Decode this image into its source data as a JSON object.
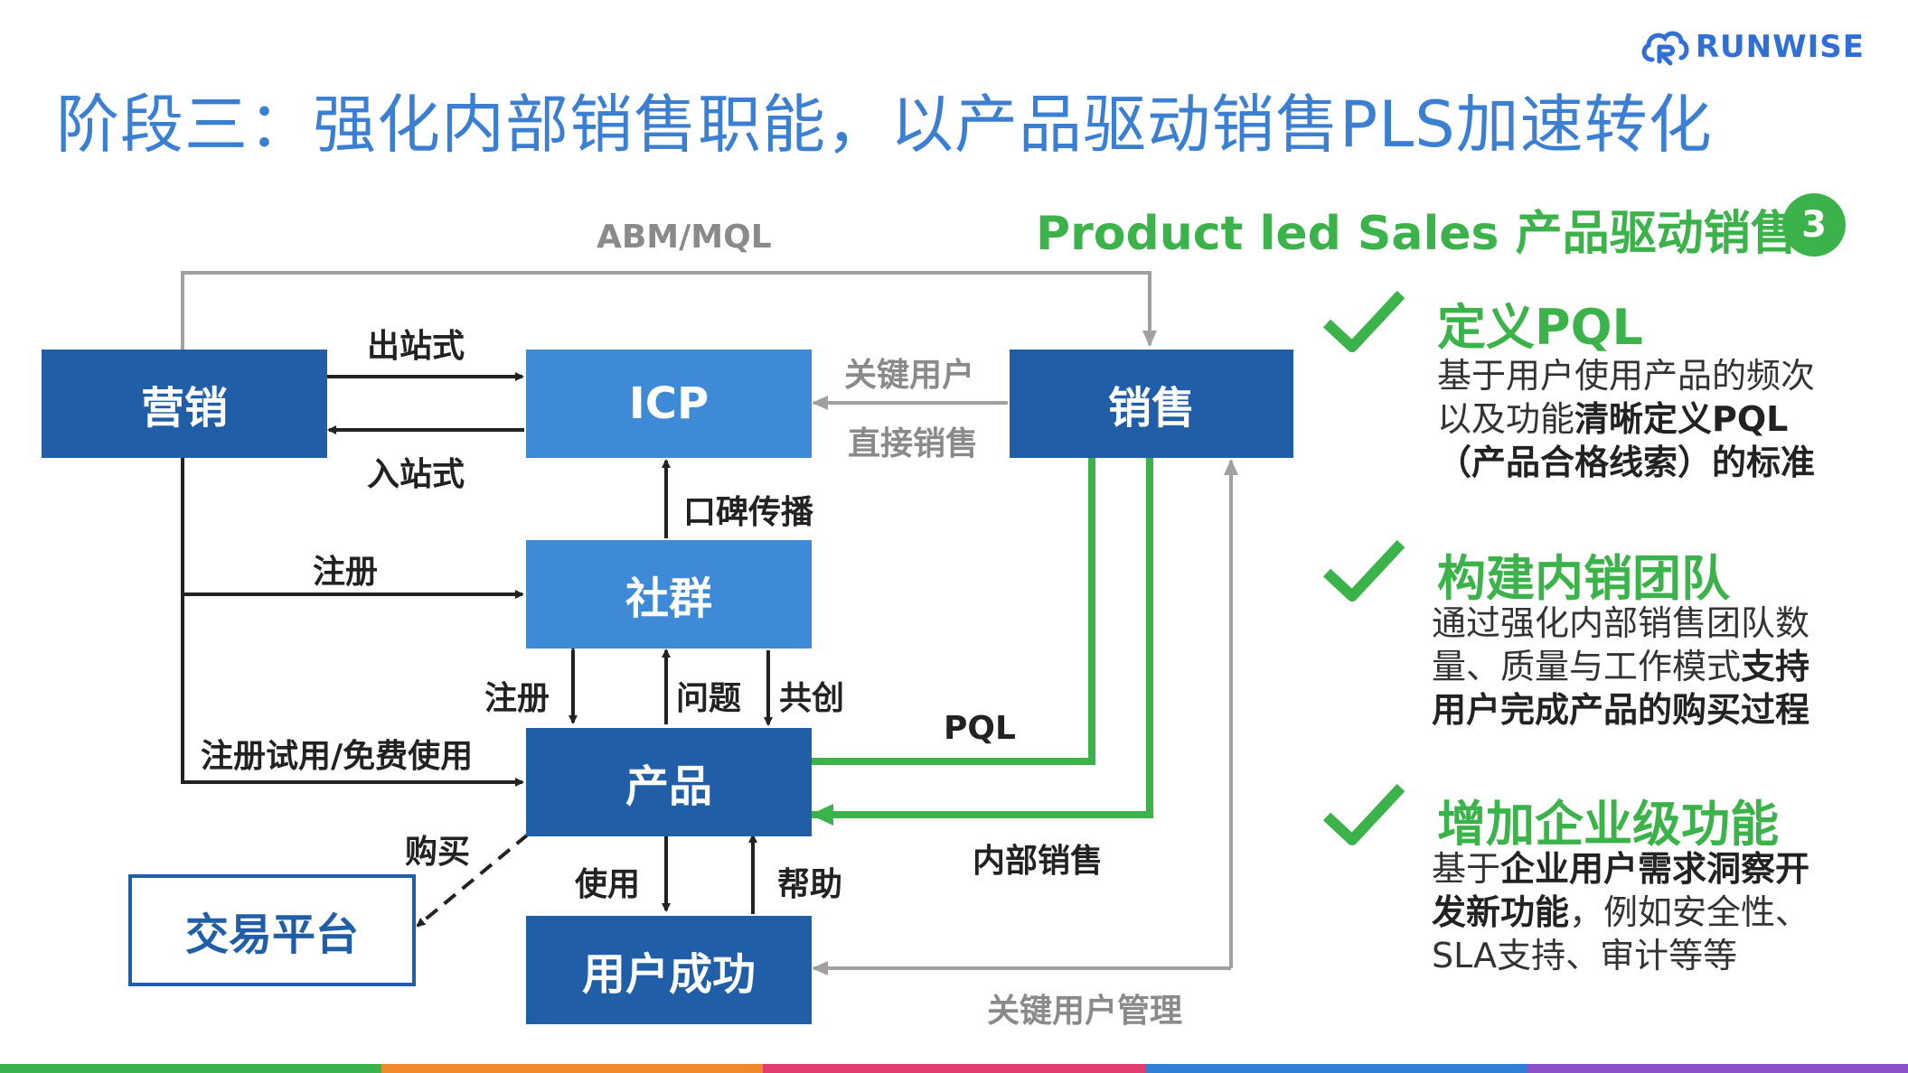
{
  "logo": {
    "text": "RUNWISE"
  },
  "title": "阶段三：强化内部销售职能，以产品驱动销售PLS加速转化",
  "pls": {
    "title": "Product led Sales 产品驱动销售",
    "badge": "3"
  },
  "diagram": {
    "nodes": {
      "marketing": "营销",
      "icp": "ICP",
      "sales": "销售",
      "community": "社群",
      "product": "产品",
      "marketplace": "交易平台",
      "success": "用户成功"
    },
    "edges": {
      "abm": "ABM/MQL",
      "outbound": "出站式",
      "inbound": "入站式",
      "key_user": "关键用户",
      "direct_sales": "直接销售",
      "word_of_mouth": "口碑传播",
      "register": "注册",
      "register2": "注册",
      "question": "问题",
      "cocreate": "共创",
      "trial": "注册试用/免费使用",
      "pql": "PQL",
      "buy": "购买",
      "use": "使用",
      "help": "帮助",
      "inside_sales": "内部销售",
      "key_user_mgmt": "关键用户管理"
    }
  },
  "items": [
    {
      "title": "定义PQL",
      "lines": [
        [
          "基于用户使用产品的频次",
          ""
        ],
        [
          "以及功能",
          "清晰定义PQL"
        ],
        [
          "",
          "（产品合格线索）的标准"
        ]
      ]
    },
    {
      "title": "构建内销团队",
      "lines": [
        [
          "通过强化内部销售团队数",
          ""
        ],
        [
          "量、质量与工作模式",
          "支持"
        ],
        [
          "",
          "用户完成产品的购买过程"
        ]
      ]
    },
    {
      "title": "增加企业级功能",
      "lines": [
        [
          "基于",
          "企业用户需求洞察开"
        ],
        [
          "",
          "发新功能",
          "，例如安全性、"
        ],
        [
          "SLA支持、审计等等",
          ""
        ]
      ]
    }
  ],
  "colors": {
    "title_blue": "#3a7fd2",
    "box_dark": "#215ea8",
    "box_light": "#3f8ad6",
    "green": "#3cb34a",
    "gray": "#8a8a8a",
    "bottom_bar": [
      "#3cb34a",
      "#f0892c",
      "#e23b6e",
      "#2f7fd6",
      "#8a52c6"
    ]
  }
}
